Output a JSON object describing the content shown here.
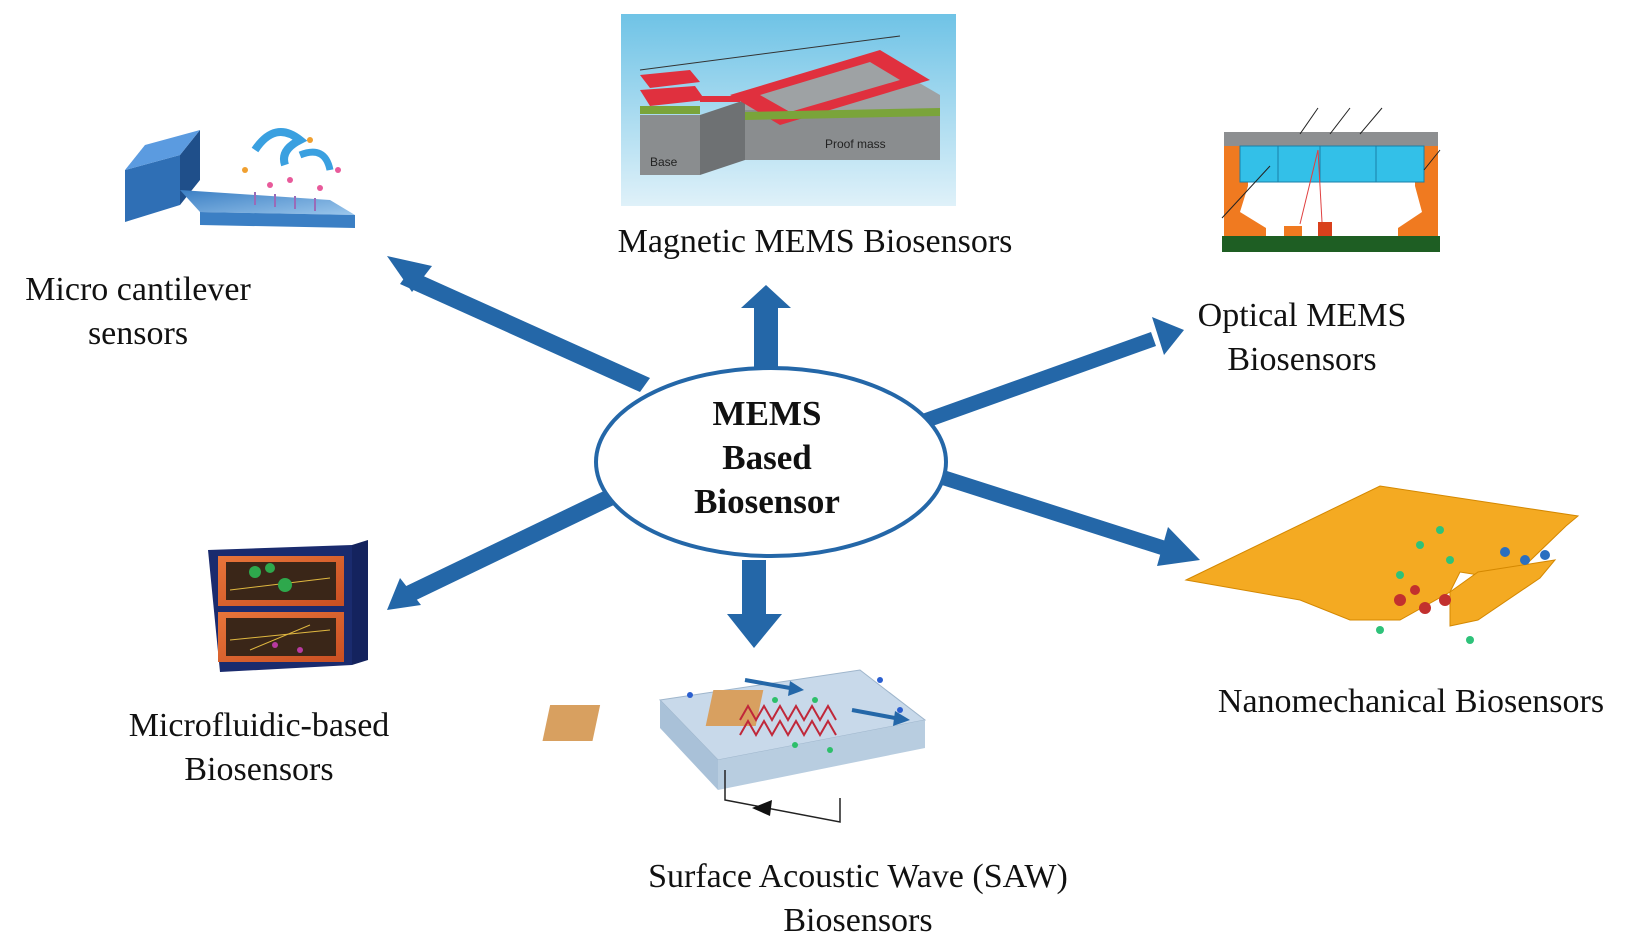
{
  "center": {
    "line1": "MEMS",
    "line2": "Based",
    "line3": "Biosensor"
  },
  "nodes": {
    "cantilever": {
      "line1": "Micro cantilever",
      "line2": "sensors"
    },
    "magnetic": {
      "line1": "Magnetic MEMS Biosensors"
    },
    "optical": {
      "line1": "Optical MEMS",
      "line2": "Biosensors"
    },
    "nanomechanical": {
      "line1": "Nanomechanical Biosensors"
    },
    "saw": {
      "line1": "Surface Acoustic Wave (SAW)",
      "line2": "Biosensors"
    },
    "microfluidic": {
      "line1": "Microfluidic-based",
      "line2": "Biosensors"
    }
  },
  "magnetic_figure": {
    "base": "Base",
    "proof_mass": "Proof mass"
  },
  "colors": {
    "arrow": "#2467a8",
    "ellipse_stroke": "#2467a8",
    "text": "#111111"
  }
}
